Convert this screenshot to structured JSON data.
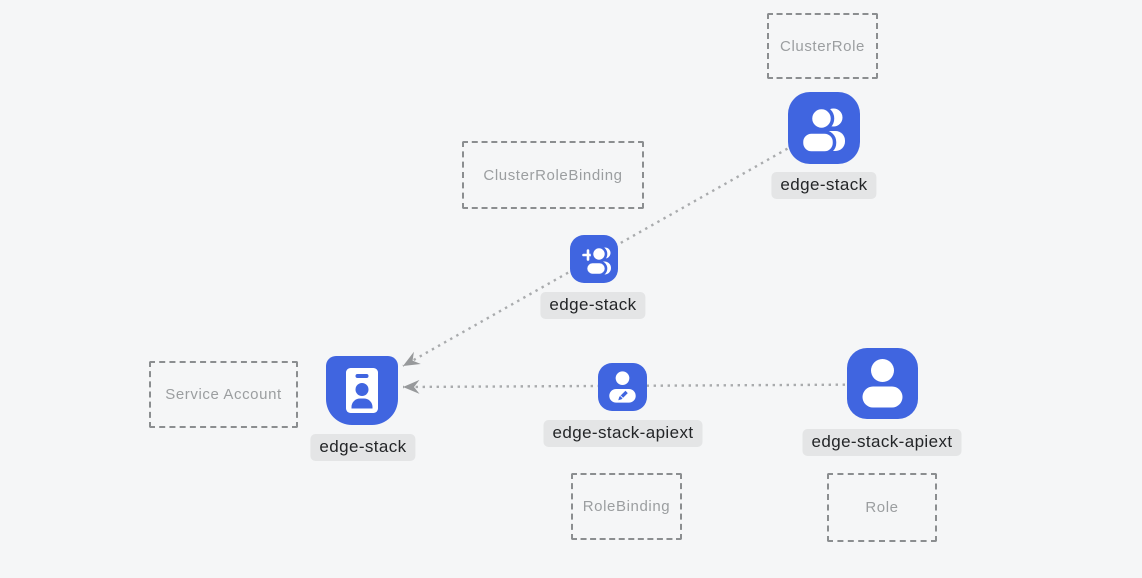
{
  "diagram": {
    "title": "RBAC resources relationship diagram",
    "colors": {
      "background": "#f5f6f7",
      "node_blue": "#4065e0",
      "glyph_white": "#ffffff",
      "label_pill_bg": "#e4e5e6",
      "label_pill_text": "#232527",
      "type_box_border": "#8b8e90",
      "type_box_text": "#9b9ea0",
      "edge_line": "#a9abad",
      "edge_arrow": "#97999b"
    },
    "groups": {
      "cluster_role": {
        "type_label": "ClusterRole",
        "node_label": "edge-stack",
        "icon": "users-icon"
      },
      "cluster_role_binding": {
        "type_label": "ClusterRoleBinding",
        "node_label": "edge-stack",
        "icon": "user-plus-icon"
      },
      "service_account": {
        "type_label": "Service Account",
        "node_label": "edge-stack",
        "icon": "id-badge-icon"
      },
      "role_binding": {
        "type_label": "RoleBinding",
        "node_label": "edge-stack-apiext",
        "icon": "user-edit-icon"
      },
      "role": {
        "type_label": "Role",
        "node_label": "edge-stack-apiext",
        "icon": "user-icon"
      }
    },
    "edges": [
      {
        "from": "cluster_role (edge-stack)",
        "to": "service_account (edge-stack)",
        "style": "dotted, arrow at service account"
      },
      {
        "from": "role (edge-stack-apiext)",
        "to": "service_account (edge-stack)",
        "style": "dotted, arrow at service account"
      }
    ]
  }
}
